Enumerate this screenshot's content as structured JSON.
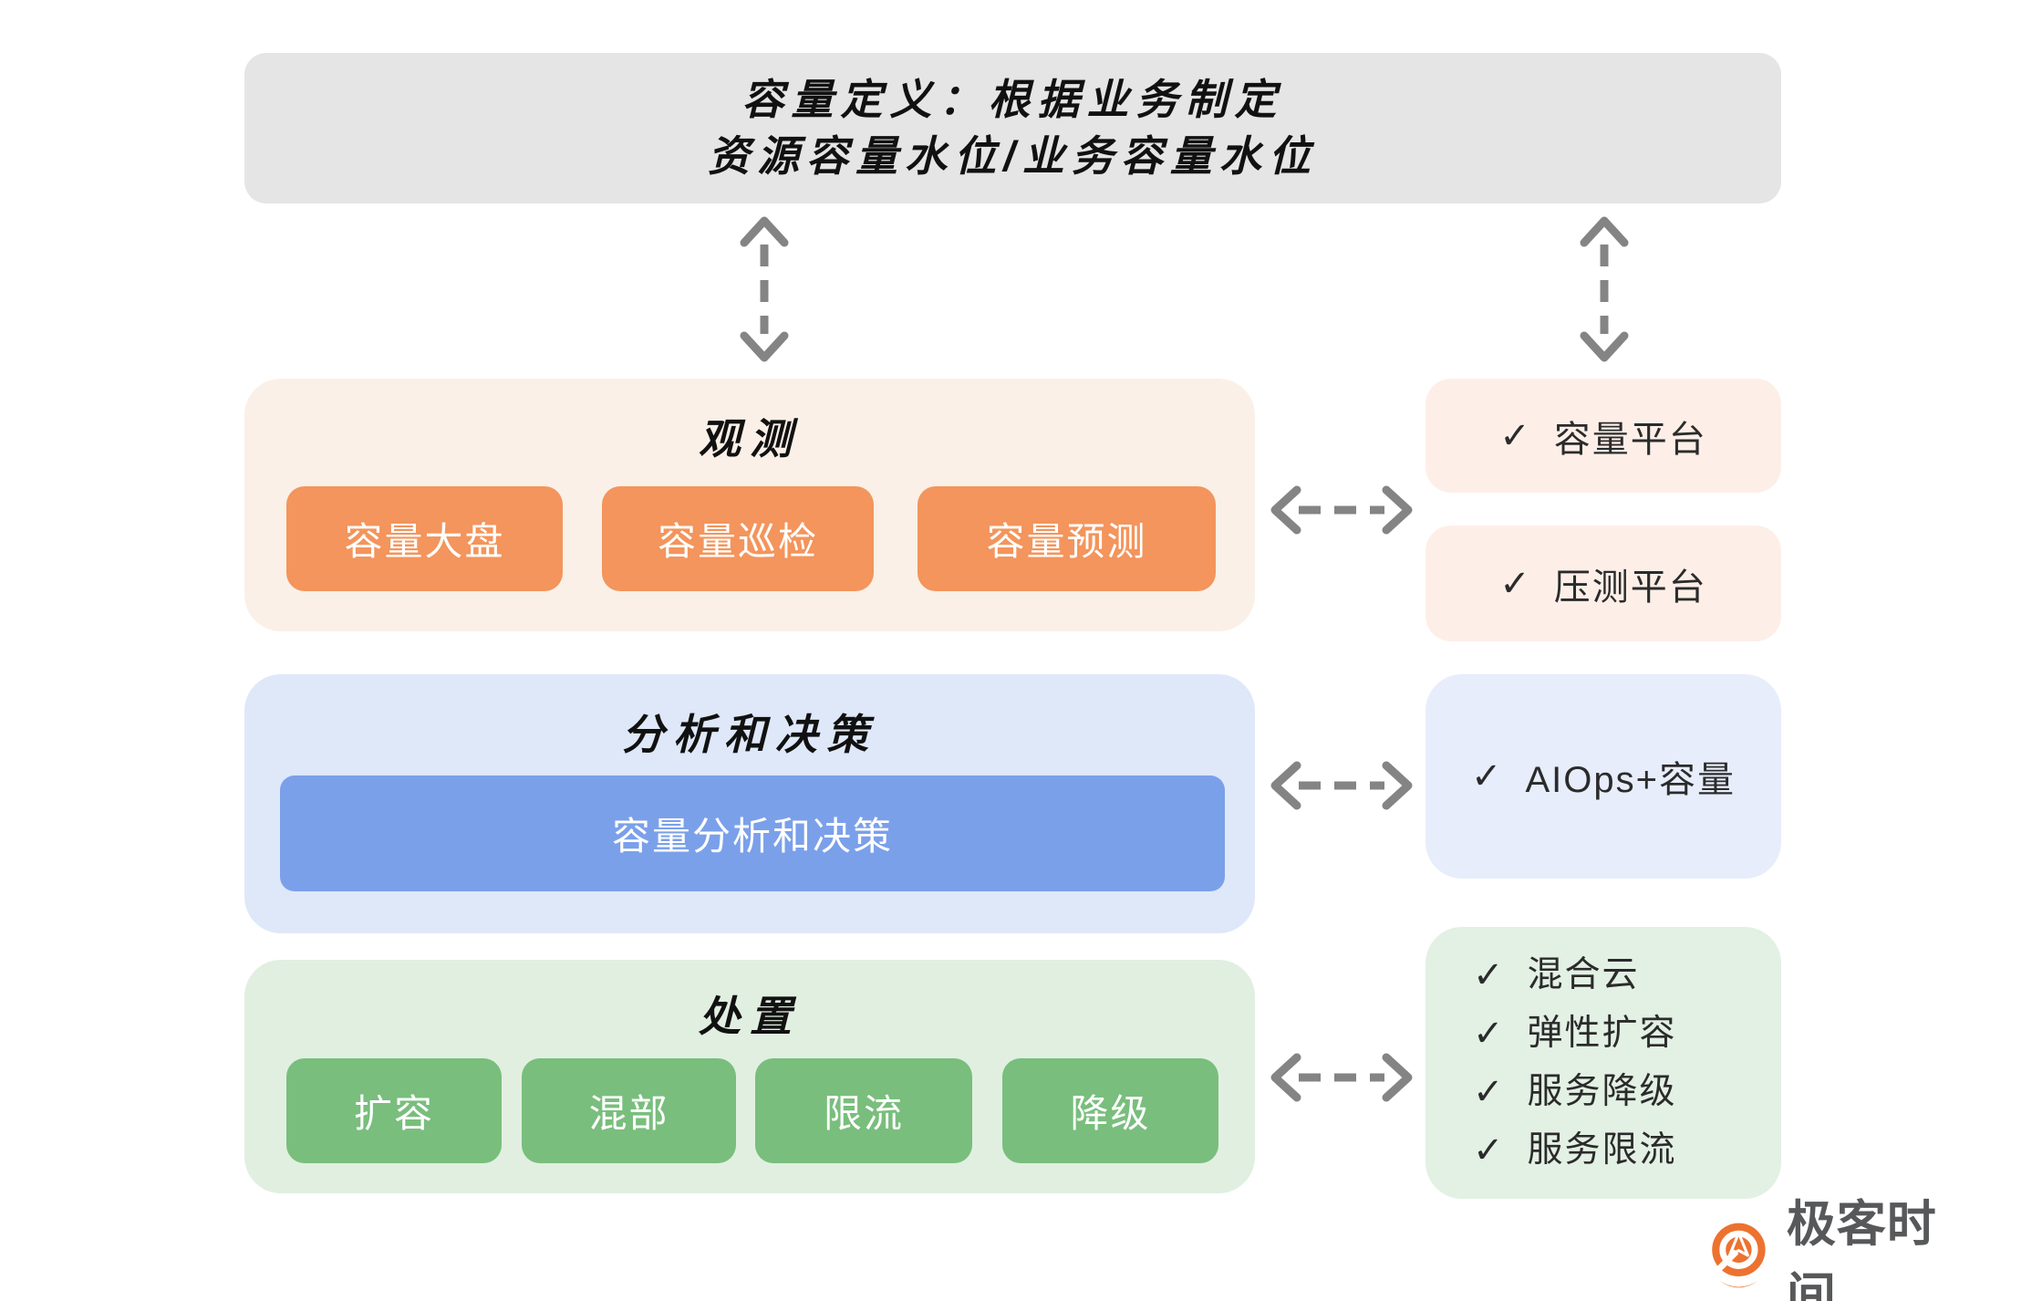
{
  "top_box": {
    "line1": "容量定义：根据业务制定",
    "line2": "资源容量水位/业务容量水位"
  },
  "observe": {
    "title": "观测",
    "buttons": [
      "容量大盘",
      "容量巡检",
      "容量预测"
    ]
  },
  "analyze": {
    "title": "分析和决策",
    "bar_label": "容量分析和决策"
  },
  "handle": {
    "title": "处置",
    "buttons": [
      "扩容",
      "混部",
      "限流",
      "降级"
    ]
  },
  "side": {
    "observe_items": [
      "容量平台",
      "压测平台"
    ],
    "analyze_items": [
      "AIOps+容量"
    ],
    "handle_items": [
      "混合云",
      "弹性扩容",
      "服务降级",
      "服务限流"
    ]
  },
  "check": "✓",
  "logo": {
    "text": "极客时间"
  },
  "colors": {
    "top_box_bg": "#E5E5E5",
    "observe_section_bg": "#FAF0E7",
    "observe_button_bg": "#F3955C",
    "analyze_section_bg": "#DEE8F9",
    "analyze_bar_bg": "#7BA0EA",
    "handle_section_bg": "#E1EFE1",
    "handle_button_bg": "#79BE7D",
    "side_peach_bg": "#FDEFE8",
    "side_blue_bg": "#E7EDFB",
    "side_green_bg": "#E3F0E4",
    "arrow": "#848484",
    "logo_orange": "#ED7230",
    "logo_text": "#57585A"
  }
}
